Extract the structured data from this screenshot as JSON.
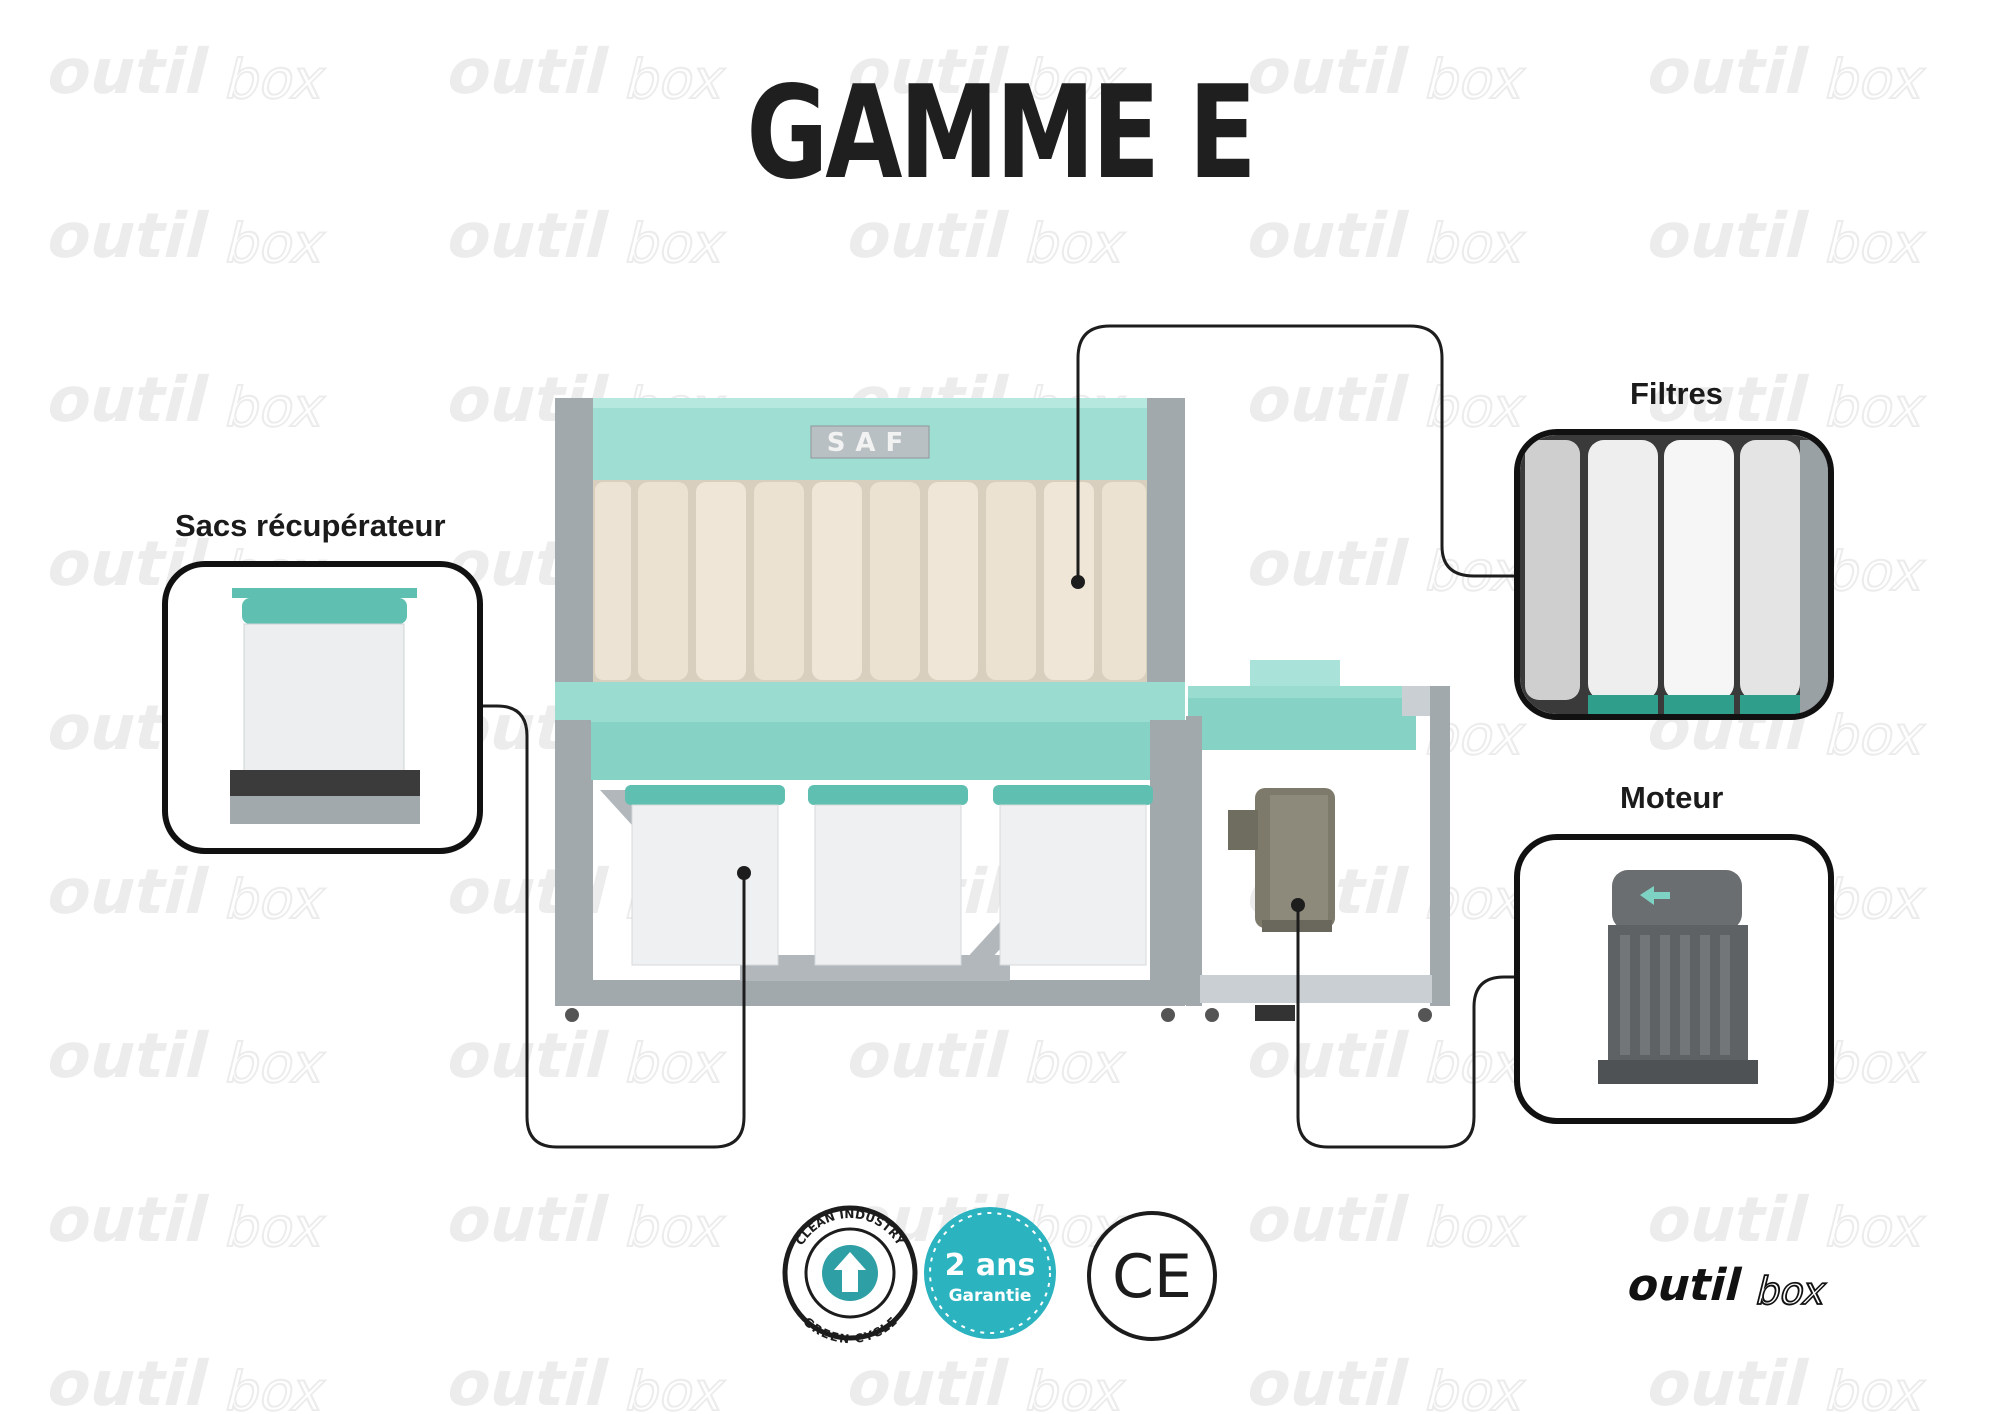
{
  "title": "GAMME E",
  "watermark_text": "outilbox",
  "machine": {
    "brand_plate": "SAF"
  },
  "callouts": [
    {
      "id": "filtres",
      "label": "Filtres"
    },
    {
      "id": "sacs",
      "label": "Sacs récupérateur"
    },
    {
      "id": "moteur",
      "label": "Moteur"
    }
  ],
  "badges": {
    "clean": {
      "top": "CLEAN INDUSTRY",
      "bottom": "GREEN CYCLE"
    },
    "garantie": {
      "line1": "2 ans",
      "line2": "Garantie"
    },
    "ce": "CE"
  },
  "brand_logo": {
    "part1": "outil",
    "part2": "box"
  },
  "colors": {
    "teal": "#86d3c6",
    "teal_dark": "#5fbfb0",
    "grey_frame": "#9aa1a5",
    "filter_beige": "#e9dfd0",
    "badge_teal": "#2bb3c0",
    "text": "#1f1f1f"
  }
}
